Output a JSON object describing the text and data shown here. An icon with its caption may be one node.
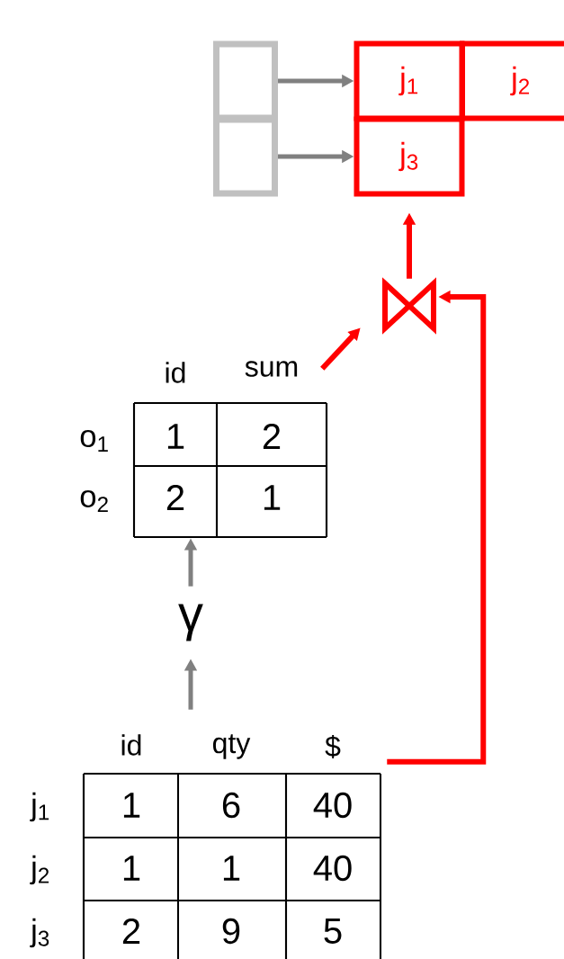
{
  "diagram": {
    "nodes": [
      {
        "text": [],
        "shape": "box"
      },
      {
        "text": [],
        "shape": "box"
      },
      {
        "text": [
          "j$_{1}$"
        ]
      },
      {
        "text": [
          "j$_{2}$"
        ]
      },
      {
        "text": [
          "j$_{3}$"
        ]
      },
      {
        "text": [],
        "shape": "bowtie"
      },
      {
        "text": [],
        "shape": "table"
      },
      {
        "text": [
          "γ"
        ]
      },
      {
        "text": [],
        "shape": "table"
      }
    ],
    "edges": [
      {
        "from": 0,
        "to": 2,
        "arrow": "to"
      },
      {
        "from": 1,
        "to": 4,
        "arrow": "to"
      },
      {
        "from": 5,
        "to": 4,
        "arrow": "to",
        "color": "#ff0000"
      },
      {
        "from": 6,
        "to": 5,
        "arrow": "to",
        "color": "#ff0000"
      },
      {
        "from": 8,
        "to": 5,
        "arrow": "to",
        "color": "#ff0000"
      },
      {
        "from": 7,
        "to": 6,
        "arrow": "to"
      },
      {
        "from": 8,
        "to": 7,
        "arrow": "to"
      }
    ],
    "labels": [
      "id",
      "sum",
      "o$_{1}$",
      "1",
      "2",
      "o$_{2}$",
      "2",
      "1",
      "id",
      "qty",
      "$",
      "j$_{1}$",
      "1",
      "6",
      "40",
      "j$_{2}$",
      "1",
      "1",
      "40",
      "j$_{3}$",
      "2",
      "9",
      "5"
    ]
  }
}
